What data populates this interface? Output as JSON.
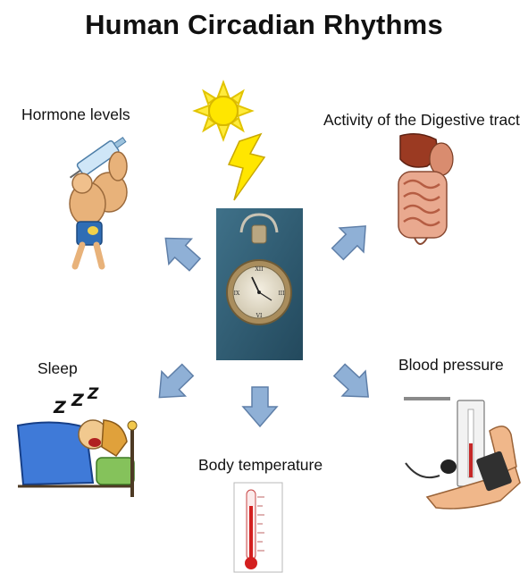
{
  "diagram": {
    "title": "Human Circadian Rhythms",
    "center": {
      "image": "pocket-watch"
    },
    "rhythms": [
      {
        "id": "hormone",
        "label": "Hormone levels",
        "icon": "bodybuilder-syringe"
      },
      {
        "id": "digestive",
        "label": "Activity of the Digestive tract",
        "icon": "digestive-organs"
      },
      {
        "id": "sleep",
        "label": "Sleep",
        "icon": "sleeping-person"
      },
      {
        "id": "temperature",
        "label": "Body temperature",
        "icon": "thermometer"
      },
      {
        "id": "blood",
        "label": "Blood pressure",
        "icon": "blood-pressure-cuff"
      }
    ],
    "sun": {
      "icon": "sun-with-lightning"
    },
    "colors": {
      "arrow_fill": "#8fb0d6",
      "arrow_stroke": "#5f7fa8",
      "watch_bg": "#2f5f78"
    }
  }
}
